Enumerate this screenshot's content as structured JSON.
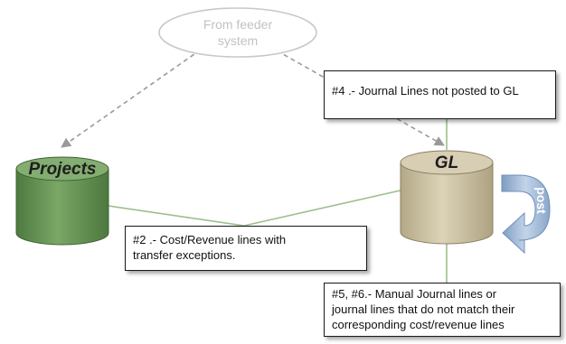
{
  "feeder": {
    "line1": "From feeder",
    "line2": "system"
  },
  "projects": {
    "label": "Projects",
    "color": "#6f9a5e"
  },
  "gl": {
    "label": "GL",
    "color": "#cdc3a4"
  },
  "post": {
    "label": "post",
    "color": "#9fb7d4"
  },
  "notes": {
    "n4": {
      "lines": [
        "#4 .- Journal Lines not posted to GL"
      ]
    },
    "n2": {
      "lines": [
        "#2 .- Cost/Revenue lines with",
        "transfer exceptions."
      ]
    },
    "n5": {
      "lines": [
        "#5, #6.- Manual Journal lines or",
        "journal lines that do not match their",
        "corresponding cost/revenue lines"
      ]
    }
  }
}
